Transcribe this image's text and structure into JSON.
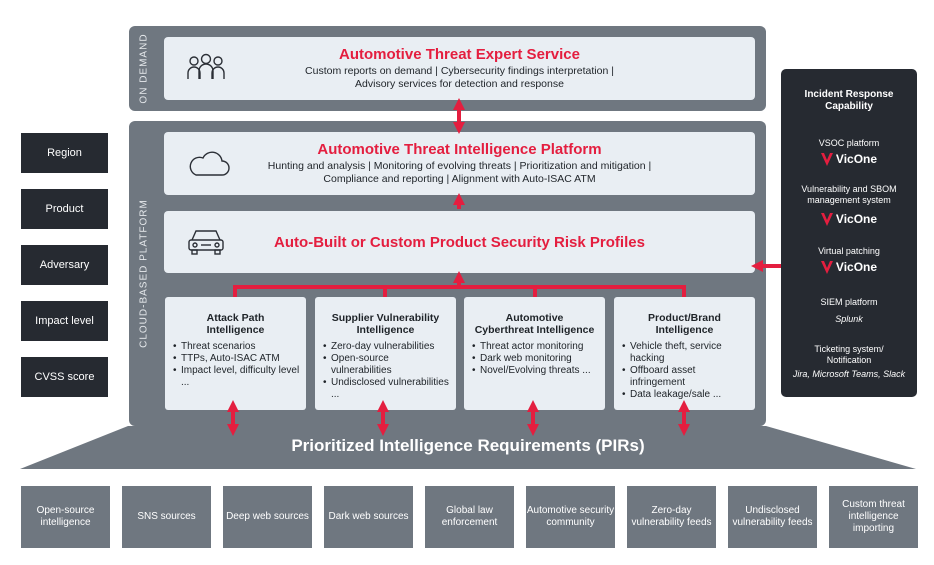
{
  "left_labels": [
    "Region",
    "Product",
    "Adversary",
    "Impact level",
    "CVSS score"
  ],
  "on_demand": {
    "label": "ON DEMAND",
    "title": "Automotive Threat Expert Service",
    "desc_line1": "Custom reports on demand | Cybersecurity findings interpretation |",
    "desc_line2": "Advisory services for detection and response",
    "icon": "people-icon"
  },
  "cloud": {
    "label": "CLOUD-BASED PLATFORM",
    "platform": {
      "title": "Automotive Threat Intelligence Platform",
      "desc_line1": "Hunting and analysis | Monitoring of evolving threats | Prioritization and mitigation |",
      "desc_line2": "Compliance and reporting | Alignment with Auto-ISAC ATM",
      "icon": "cloud-icon"
    },
    "profiles": {
      "title": "Auto-Built or Custom Product Security Risk Profiles",
      "icon": "car-icon"
    },
    "intel": [
      {
        "title_line1": "Attack Path",
        "title_line2": "Intelligence",
        "items": [
          "Threat scenarios",
          "TTPs, Auto-ISAC ATM",
          "Impact level, difficulty level ..."
        ]
      },
      {
        "title_line1": "Supplier Vulnerability",
        "title_line2": "Intelligence",
        "items": [
          "Zero-day vulnerabilities",
          "Open-source vulnerabilities",
          "Undisclosed vulnerabilities ..."
        ]
      },
      {
        "title_line1": "Automotive",
        "title_line2": "Cyberthreat Intelligence",
        "items": [
          "Threat actor monitoring",
          "Dark web monitoring",
          "Novel/Evolving threats ..."
        ]
      },
      {
        "title_line1": "Product/Brand",
        "title_line2": "Intelligence",
        "items": [
          "Vehicle theft, service hacking",
          "Offboard asset infringement",
          "Data leakage/sale ..."
        ]
      }
    ]
  },
  "pirs": "Prioritized Intelligence Requirements (PIRs)",
  "sources": [
    "Open-source intelligence",
    "SNS sources",
    "Deep web sources",
    "Dark web sources",
    "Global law enforcement",
    "Automotive security community",
    "Zero-day vulnerability feeds",
    "Undisclosed vulnerability feeds",
    "Custom threat intelligence importing"
  ],
  "incident_response": {
    "title_line1": "Incident Response",
    "title_line2": "Capability",
    "vsoc": "VSOC platform",
    "vuln_line1": "Vulnerability and SBOM",
    "vuln_line2": "management system",
    "patching": "Virtual patching",
    "vicone_logo": "VicOne",
    "siem": "SIEM platform",
    "siem_tool": "Splunk",
    "ticket_line1": "Ticketing system/",
    "ticket_line2": "Notification",
    "ticket_tools": "Jira, Microsoft Teams, Slack"
  },
  "colors": {
    "accent": "#e41e3f",
    "panel": "#6f7780",
    "card": "#e9eef3",
    "dark": "#262a31"
  }
}
